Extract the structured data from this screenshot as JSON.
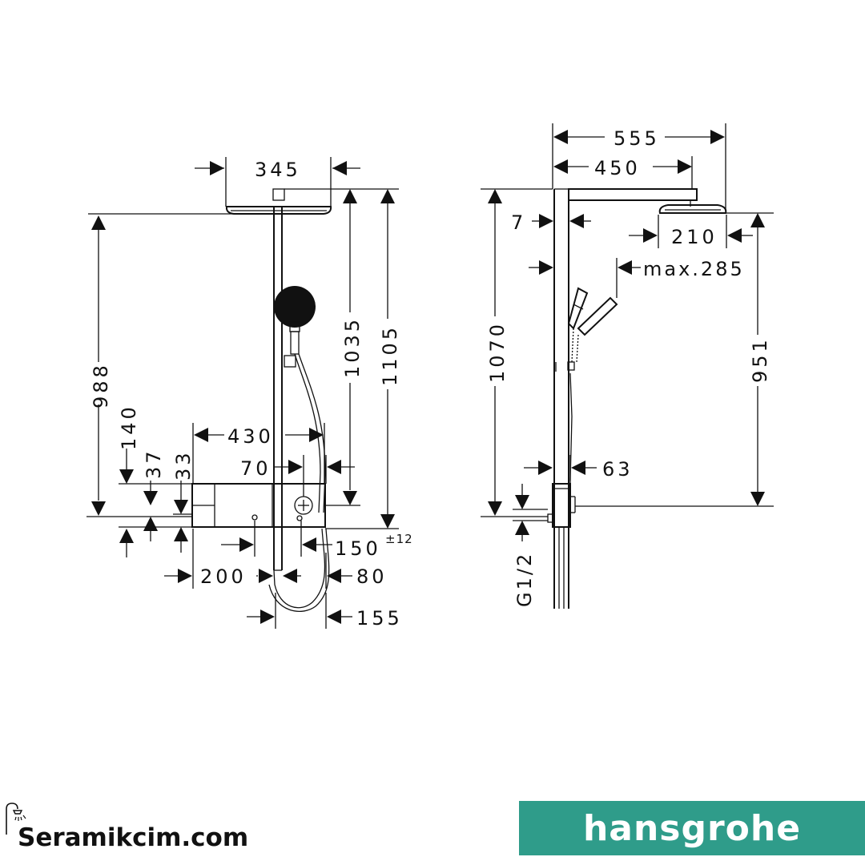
{
  "front_view": {
    "dims": {
      "d345": "345",
      "d988": "988",
      "d1035": "1035",
      "d1105": "1105",
      "d430": "430",
      "d70": "70",
      "d140": "140",
      "d37": "37",
      "d33": "33",
      "d150": "150",
      "d150_tol": "±12",
      "d200": "200",
      "d80": "80",
      "d155": "155"
    }
  },
  "side_view": {
    "dims": {
      "d555": "555",
      "d450": "450",
      "d7": "7",
      "d210": "210",
      "dmax285": "max.285",
      "d1070": "1070",
      "d951": "951",
      "d63": "63",
      "dG12": "G1/2"
    }
  },
  "footer": {
    "site_name": "Seramikcim.com",
    "brand": "hansgrohe",
    "brand_color": "#2f9c8a"
  }
}
